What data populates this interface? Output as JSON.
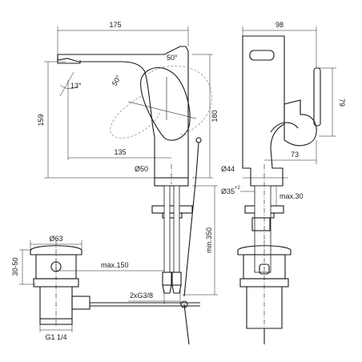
{
  "front_view": {
    "width": "175",
    "spout_angle": "13°",
    "lever_angle_top": "50°",
    "lever_angle_side": "50°",
    "height_to_spout": "159",
    "total_height": "180",
    "reach": "135",
    "body_diameter": "Ø50",
    "hose_length": "min.350",
    "connections": "2xG3/8"
  },
  "side_view": {
    "depth": "98",
    "lever_height": "79",
    "lever_offset": "73",
    "body_diameter": "Ø44",
    "hole_diameter": "Ø35",
    "hole_tolerance": "+2",
    "deck_thickness": "max.30"
  },
  "waste_view": {
    "flange_diameter": "Ø63",
    "adjust_range": "30-50",
    "max_length": "max.150",
    "thread": "G1 1/4"
  }
}
